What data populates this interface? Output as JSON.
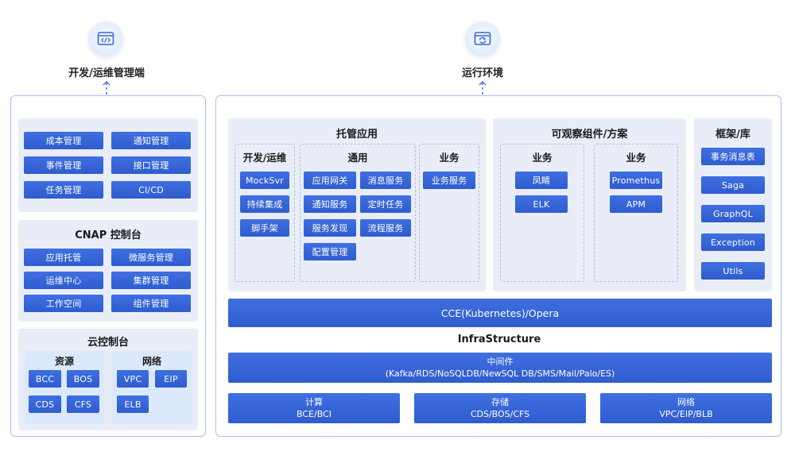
{
  "top": {
    "left_label": "开发/运维管理端",
    "right_label": "运行环境"
  },
  "icons": {
    "left": "code-window-icon",
    "right": "refresh-window-icon",
    "arrows": "bidirectional-dashed-arrow-icon"
  },
  "left": {
    "mgmt_items": [
      "成本管理",
      "通知管理",
      "事件管理",
      "接口管理",
      "任务管理",
      "CI/CD"
    ],
    "cnap": {
      "title": "CNAP 控制台",
      "items": [
        "应用托管",
        "微服务管理",
        "运维中心",
        "集群管理",
        "工作空间",
        "组件管理"
      ]
    },
    "cloud": {
      "title": "云控制台",
      "resource": {
        "title": "资源",
        "items": [
          "BCC",
          "BOS",
          "CDS",
          "CFS"
        ]
      },
      "network": {
        "title": "网络",
        "items": [
          "VPC",
          "EIP",
          "ELB"
        ]
      }
    }
  },
  "right": {
    "hosted": {
      "title": "托管应用",
      "devops": {
        "title": "开发/运维",
        "items": [
          "MockSvr",
          "持续集成",
          "脚手架"
        ]
      },
      "common": {
        "title": "通用",
        "items": [
          "应用网关",
          "消息服务",
          "通知服务",
          "定时任务",
          "服务发现",
          "流程服务",
          "配置管理"
        ]
      },
      "business": {
        "title": "业务",
        "items": [
          "业务服务"
        ]
      }
    },
    "observe": {
      "title": "可观察组件/方案",
      "biz1": {
        "title": "业务",
        "items": [
          "凤睛",
          "ELK"
        ]
      },
      "biz2": {
        "title": "业务",
        "items": [
          "Promethus",
          "APM"
        ]
      }
    },
    "framework": {
      "title": "框架/库",
      "items": [
        "事务消息表",
        "Saga",
        "GraphQL",
        "Exception",
        "Utils"
      ]
    },
    "cce": "CCE(Kubernetes)/Opera",
    "infra_title": "InfraStructure",
    "middleware": {
      "title": "中间件",
      "detail": "(Kafka/RDS/NoSQLDB/NewSQL DB/SMS/Mail/Palo/ES)"
    },
    "compute": {
      "title": "计算",
      "detail": "BCE/BCI"
    },
    "storage": {
      "title": "存储",
      "detail": "CDS/BOS/CFS"
    },
    "network": {
      "title": "网络",
      "detail": "VPC/EIP/BLB"
    }
  },
  "colors": {
    "button_blue": "#3466d8",
    "panel_bg": "#e8edf8",
    "border": "#a9c0ee"
  }
}
